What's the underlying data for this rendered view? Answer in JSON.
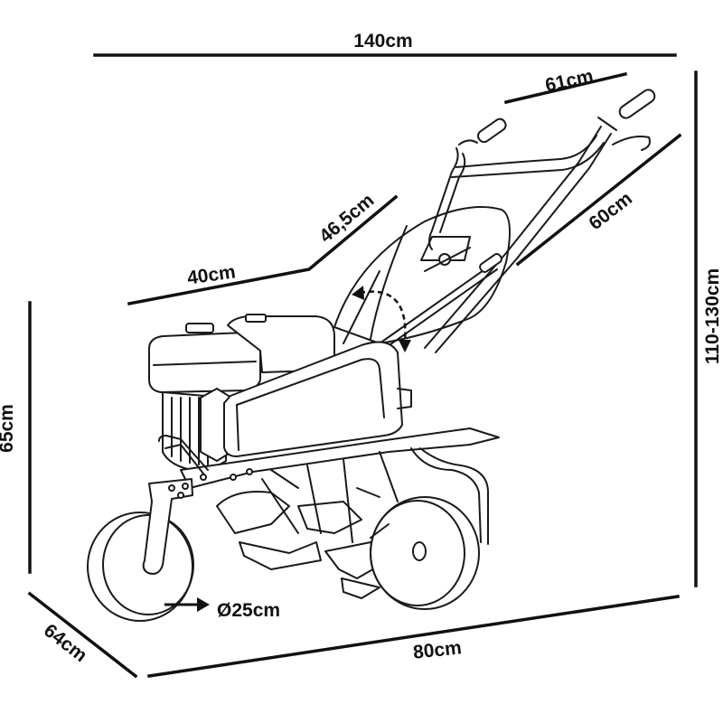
{
  "dimensions": {
    "total_length": "140cm",
    "handle_width": "61cm",
    "handle_length": "60cm",
    "hood_upper": "46,5cm",
    "hood_lower": "40cm",
    "height": "65cm",
    "handle_height": "110-130cm",
    "width": "64cm",
    "base_length": "80cm",
    "wheel_diameter": "Ø25cm"
  },
  "colors": {
    "line": "#111111",
    "background": "#ffffff"
  }
}
